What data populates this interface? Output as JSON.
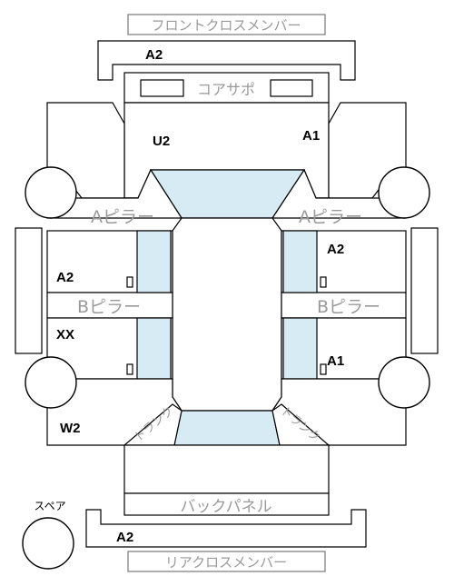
{
  "labels": {
    "front_cross_member": "フロントクロスメンバー",
    "core_support": "コアサポ",
    "a_pillar_left": "Aピラー",
    "a_pillar_right": "Aピラー",
    "b_pillar_left": "Bピラー",
    "b_pillar_right": "Bピラー",
    "back_panel": "バックパネル",
    "rear_cross_member": "リアクロスメンバー",
    "spare": "スペア",
    "trunk_left": "トランク",
    "trunk_right": "トランク"
  },
  "codes": {
    "front_cross_member": "A2",
    "core_support_left": "U2",
    "right_front_fender": "A1",
    "right_front_door": "A2",
    "left_front_door": "A2",
    "left_rear_door": "XX",
    "right_rear_door": "A1",
    "left_rear_quarter": "W2",
    "rear_cross_member": "A2"
  },
  "colors": {
    "glass": "#d6ebf3",
    "outline": "#000000",
    "label_gray": "#9a9a9a"
  }
}
